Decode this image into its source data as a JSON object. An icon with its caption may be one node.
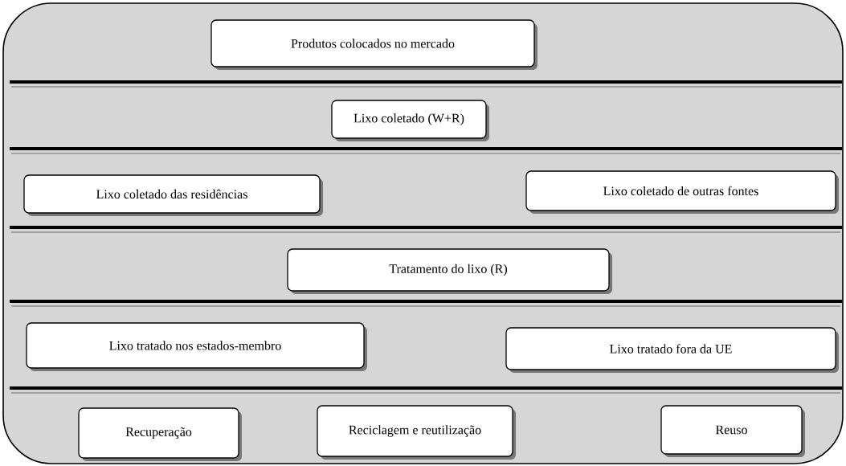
{
  "diagram": {
    "nodes": [
      {
        "text": [
          "Produtos colocados no mercado"
        ]
      },
      {
        "text": [
          "Lixo coletado (W+R)"
        ]
      },
      {
        "text": [
          "Lixo coletado das residências"
        ]
      },
      {
        "text": [
          "Lixo coletado de outras fontes"
        ]
      },
      {
        "text": [
          "Tratamento do lixo (R)"
        ]
      },
      {
        "text": [
          "Lixo tratado nos estados-membro"
        ]
      },
      {
        "text": [
          "Lixo tratado fora da UE"
        ]
      },
      {
        "text": [
          "Recuperação"
        ]
      },
      {
        "text": [
          "Reciclagem e reutilização"
        ]
      },
      {
        "text": [
          "Reuso"
        ]
      }
    ]
  }
}
